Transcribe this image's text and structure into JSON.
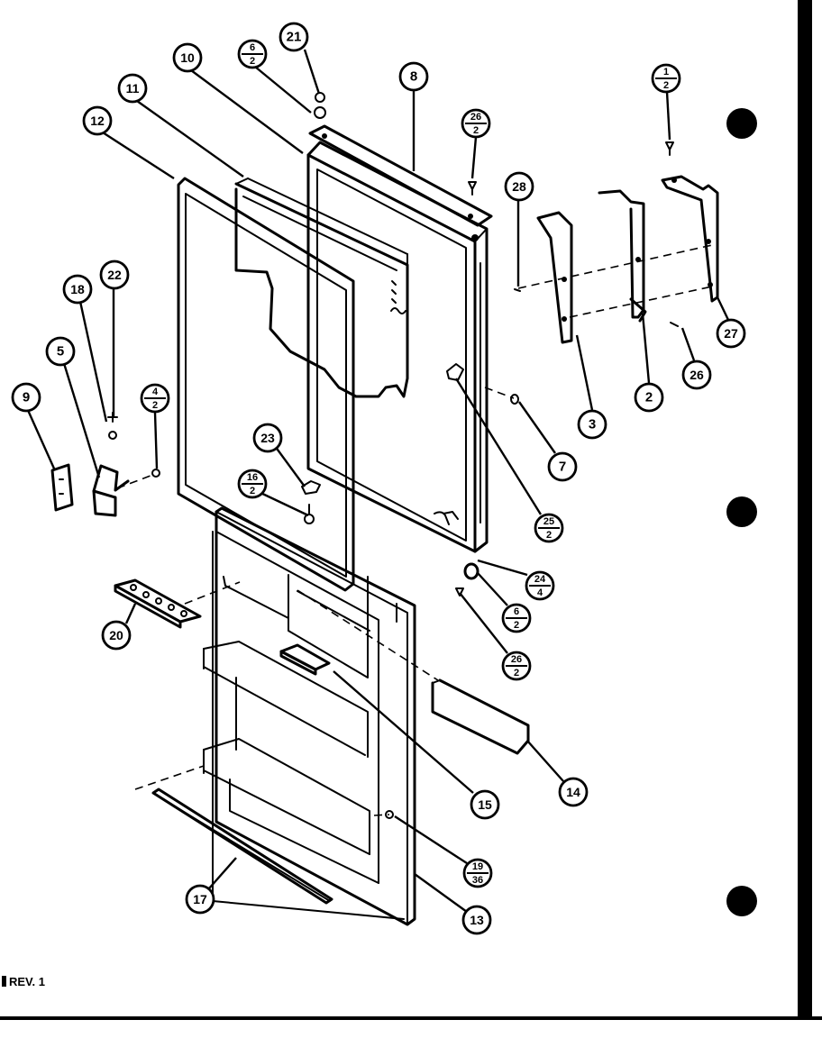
{
  "footer": {
    "revision": "REV. 1"
  },
  "callouts": {
    "c1": {
      "top": "1",
      "bottom": "2"
    },
    "c2": {
      "label": "2"
    },
    "c3": {
      "label": "3"
    },
    "c4": {
      "top": "4",
      "bottom": "2"
    },
    "c5": {
      "label": "5"
    },
    "c6a": {
      "top": "6",
      "bottom": "2"
    },
    "c6b": {
      "top": "6",
      "bottom": "2"
    },
    "c7": {
      "label": "7"
    },
    "c8": {
      "label": "8"
    },
    "c9": {
      "label": "9"
    },
    "c10": {
      "label": "10"
    },
    "c11": {
      "label": "11"
    },
    "c12": {
      "label": "12"
    },
    "c13": {
      "label": "13"
    },
    "c14": {
      "label": "14"
    },
    "c15": {
      "label": "15"
    },
    "c16": {
      "top": "16",
      "bottom": "2"
    },
    "c17": {
      "label": "17"
    },
    "c18": {
      "label": "18"
    },
    "c19": {
      "top": "19",
      "bottom": "36"
    },
    "c20": {
      "label": "20"
    },
    "c21": {
      "label": "21"
    },
    "c22": {
      "label": "22"
    },
    "c23": {
      "label": "23"
    },
    "c24": {
      "top": "24",
      "bottom": "4"
    },
    "c25": {
      "top": "25",
      "bottom": "2"
    },
    "c26a": {
      "top": "26",
      "bottom": "2"
    },
    "c26b": {
      "label": "26"
    },
    "c26c": {
      "top": "26",
      "bottom": "2"
    },
    "c27": {
      "label": "27"
    },
    "c28": {
      "label": "28"
    }
  }
}
